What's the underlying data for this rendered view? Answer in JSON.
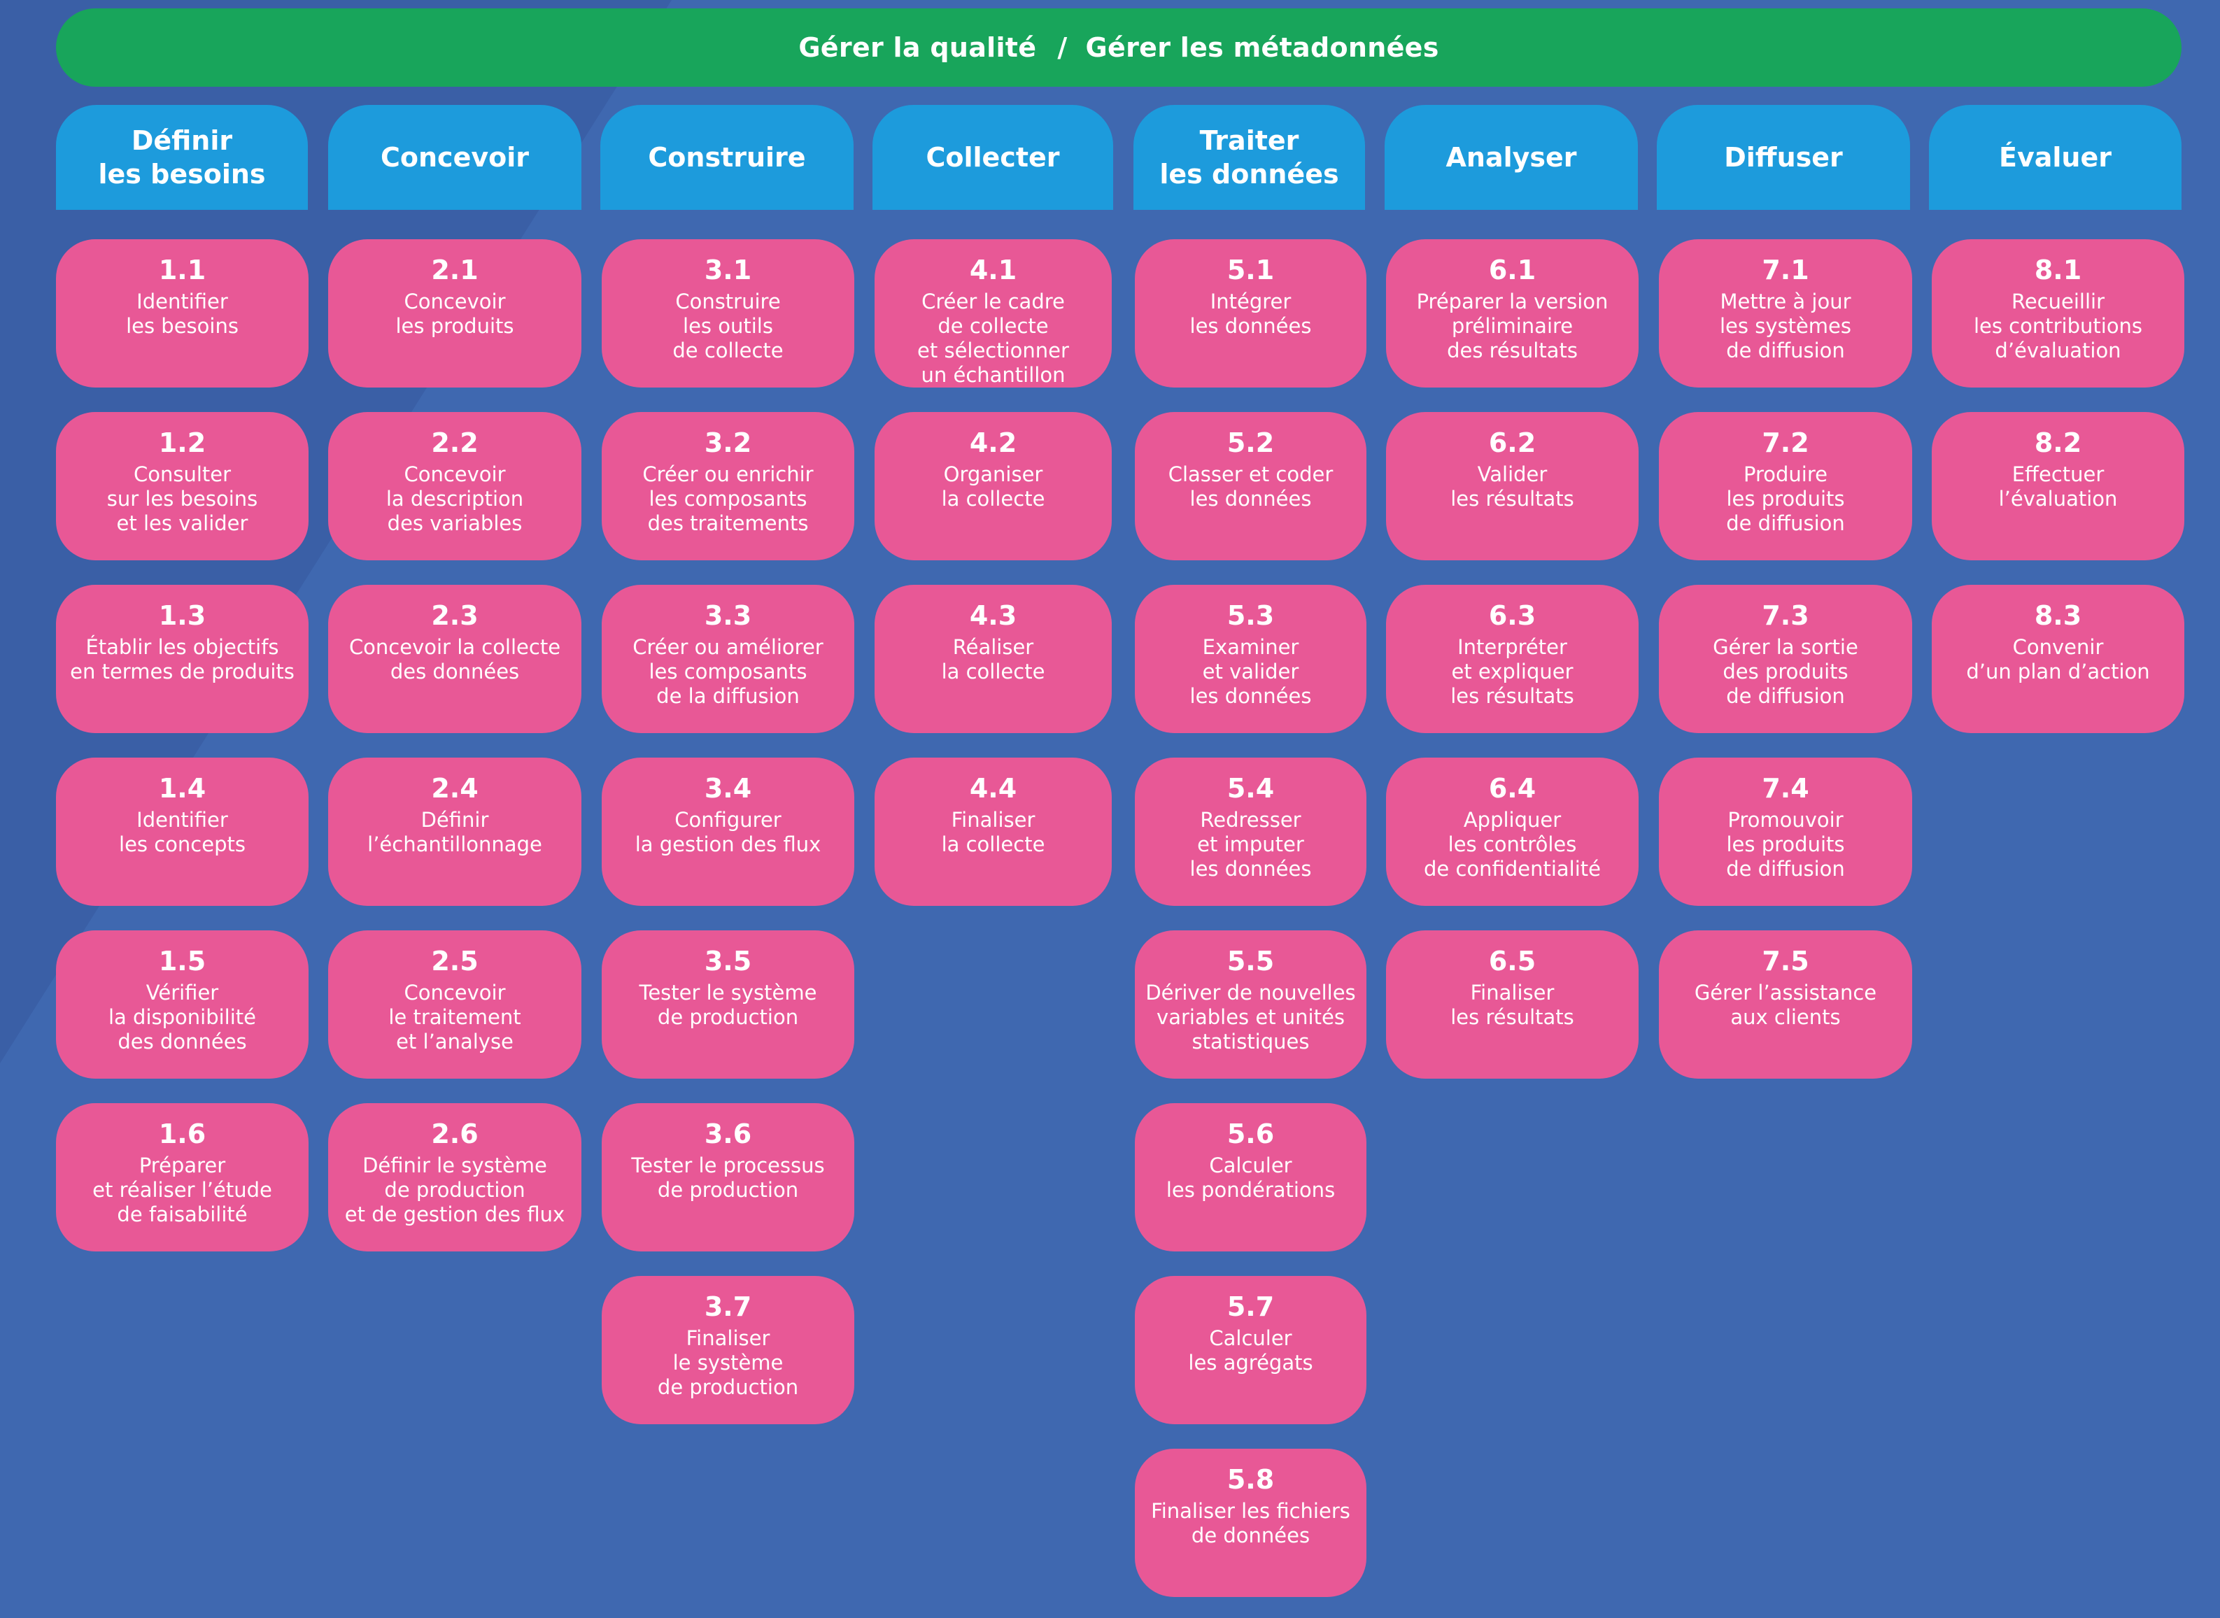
{
  "colors": {
    "background": "#3f68b0",
    "background_shape": "#3a5fa6",
    "banner": "#18a55b",
    "phase_header": "#1d9bdc",
    "step_box": "#e85896",
    "text": "#ffffff"
  },
  "banner": {
    "left": "Gérer la qualité",
    "separator": "/",
    "right": "Gérer les métadonnées"
  },
  "phases": [
    {
      "title": "Définir\nles besoins",
      "steps": [
        {
          "num": "1.1",
          "label": "Identifier\nles besoins"
        },
        {
          "num": "1.2",
          "label": "Consulter\nsur les besoins\net les valider"
        },
        {
          "num": "1.3",
          "label": "Établir les objectifs\nen termes de produits"
        },
        {
          "num": "1.4",
          "label": "Identifier\nles concepts"
        },
        {
          "num": "1.5",
          "label": "Vérifier\nla disponibilité\ndes données"
        },
        {
          "num": "1.6",
          "label": "Préparer\net réaliser l’étude\nde faisabilité"
        }
      ]
    },
    {
      "title": "Concevoir",
      "steps": [
        {
          "num": "2.1",
          "label": "Concevoir\nles produits"
        },
        {
          "num": "2.2",
          "label": "Concevoir\nla description\ndes variables"
        },
        {
          "num": "2.3",
          "label": "Concevoir la collecte\ndes données"
        },
        {
          "num": "2.4",
          "label": "Définir\nl’échantillonnage"
        },
        {
          "num": "2.5",
          "label": "Concevoir\nle traitement\net l’analyse"
        },
        {
          "num": "2.6",
          "label": "Définir le système\nde production\net de gestion des flux"
        }
      ]
    },
    {
      "title": "Construire",
      "steps": [
        {
          "num": "3.1",
          "label": "Construire\nles outils\nde collecte"
        },
        {
          "num": "3.2",
          "label": "Créer ou enrichir\nles composants\ndes traitements"
        },
        {
          "num": "3.3",
          "label": "Créer ou améliorer\nles composants\nde la diffusion"
        },
        {
          "num": "3.4",
          "label": "Configurer\nla gestion des flux"
        },
        {
          "num": "3.5",
          "label": "Tester le système\nde production"
        },
        {
          "num": "3.6",
          "label": "Tester le processus\nde production"
        },
        {
          "num": "3.7",
          "label": "Finaliser\nle système\nde production"
        }
      ]
    },
    {
      "title": "Collecter",
      "steps": [
        {
          "num": "4.1",
          "label": "Créer le cadre\nde collecte\net sélectionner\nun échantillon"
        },
        {
          "num": "4.2",
          "label": "Organiser\nla collecte"
        },
        {
          "num": "4.3",
          "label": "Réaliser\nla collecte"
        },
        {
          "num": "4.4",
          "label": "Finaliser\nla collecte"
        }
      ]
    },
    {
      "title": "Traiter\nles données",
      "steps": [
        {
          "num": "5.1",
          "label": "Intégrer\nles données"
        },
        {
          "num": "5.2",
          "label": "Classer et coder\nles données"
        },
        {
          "num": "5.3",
          "label": "Examiner\net valider\nles données"
        },
        {
          "num": "5.4",
          "label": "Redresser\net imputer\nles données"
        },
        {
          "num": "5.5",
          "label": "Dériver de nouvelles\nvariables et unités\nstatistiques"
        },
        {
          "num": "5.6",
          "label": "Calculer\nles pondérations"
        },
        {
          "num": "5.7",
          "label": "Calculer\nles agrégats"
        },
        {
          "num": "5.8",
          "label": "Finaliser les fichiers\nde données"
        }
      ]
    },
    {
      "title": "Analyser",
      "steps": [
        {
          "num": "6.1",
          "label": "Préparer la version\npréliminaire\ndes résultats"
        },
        {
          "num": "6.2",
          "label": "Valider\nles résultats"
        },
        {
          "num": "6.3",
          "label": "Interpréter\net expliquer\nles résultats"
        },
        {
          "num": "6.4",
          "label": "Appliquer\nles contrôles\nde confidentialité"
        },
        {
          "num": "6.5",
          "label": "Finaliser\nles résultats"
        }
      ]
    },
    {
      "title": "Diffuser",
      "steps": [
        {
          "num": "7.1",
          "label": "Mettre à jour\nles systèmes\nde diffusion"
        },
        {
          "num": "7.2",
          "label": "Produire\nles produits\nde diffusion"
        },
        {
          "num": "7.3",
          "label": "Gérer la sortie\ndes produits\nde diffusion"
        },
        {
          "num": "7.4",
          "label": "Promouvoir\nles produits\nde diffusion"
        },
        {
          "num": "7.5",
          "label": "Gérer l’assistance\naux clients"
        }
      ]
    },
    {
      "title": "Évaluer",
      "steps": [
        {
          "num": "8.1",
          "label": "Recueillir\nles contributions\nd’évaluation"
        },
        {
          "num": "8.2",
          "label": "Effectuer\nl’évaluation"
        },
        {
          "num": "8.3",
          "label": "Convenir\nd’un plan d’action"
        }
      ]
    }
  ]
}
